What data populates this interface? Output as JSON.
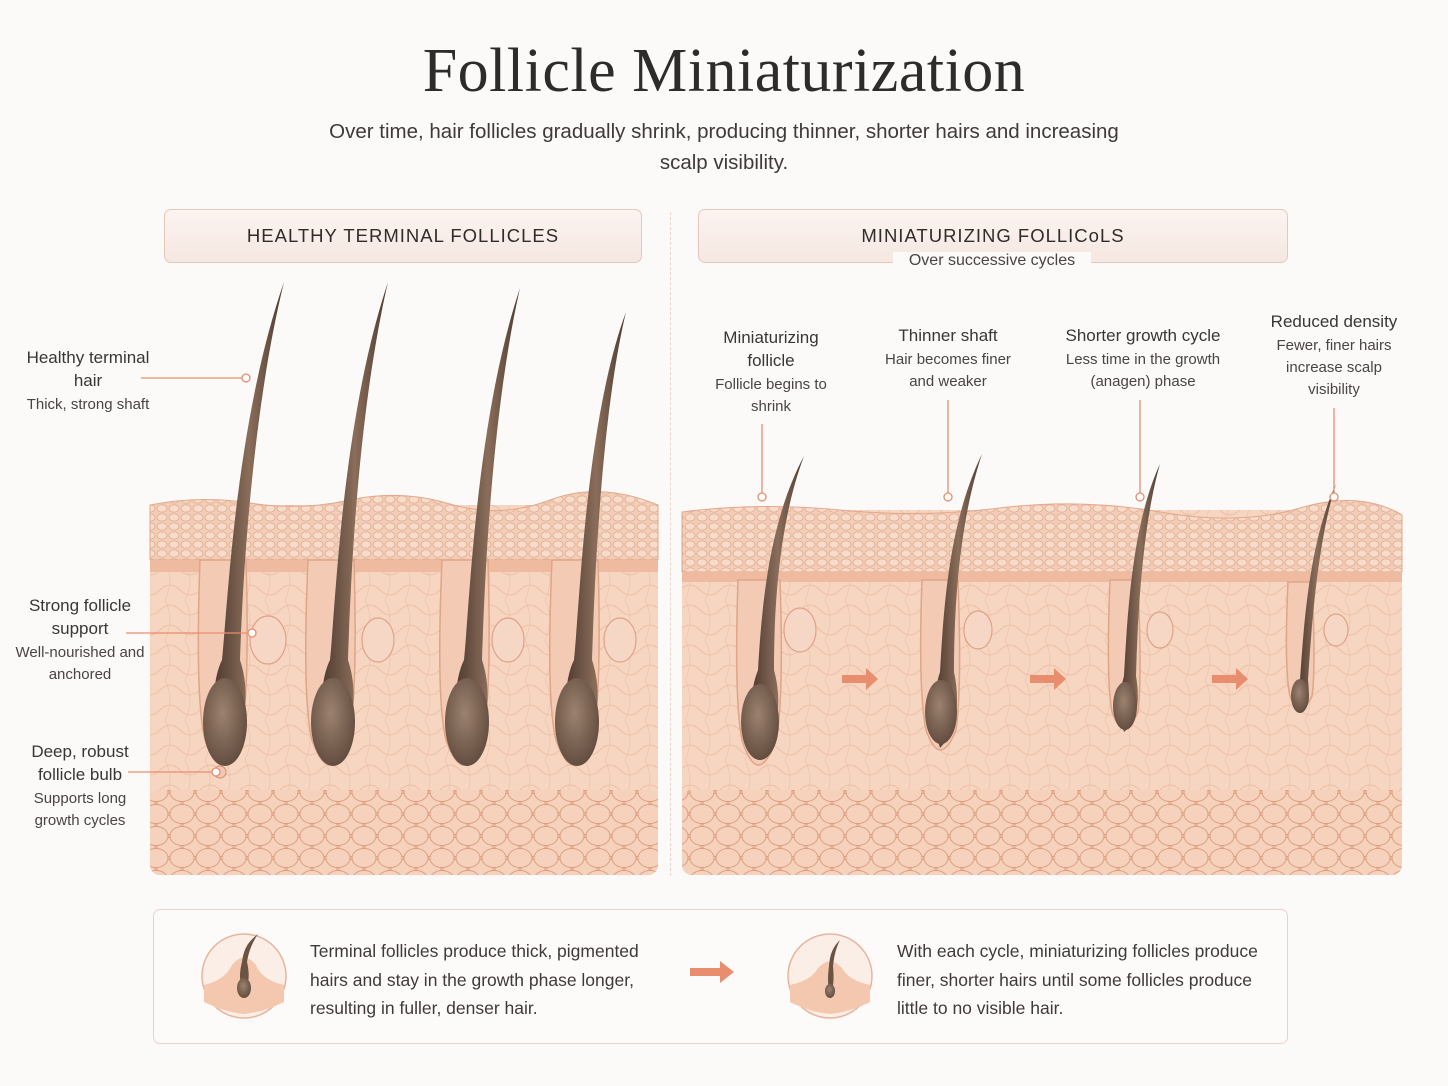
{
  "title": "Follicle Miniaturization",
  "subtitle": "Over time, hair follicles gradually shrink, producing thinner, shorter hairs and increasing scalp visibility.",
  "left_panel": {
    "header": "HEALTHY TERMINAL FOLLICLES",
    "labels": [
      {
        "heading": "Healthy terminal hair",
        "detail": "Thick, strong shaft"
      },
      {
        "heading": "Strong follicle support",
        "detail": "Well-nourished and anchored"
      },
      {
        "heading": "Deep, robust follicle bulb",
        "detail": "Supports long growth cycles"
      }
    ]
  },
  "right_panel": {
    "header": "MINIATURIZING FOLLICᴏLS",
    "subheader": "Over successive cycles",
    "stages": [
      {
        "heading": "Miniaturizing follicle",
        "detail": "Follicle begins to shrink"
      },
      {
        "heading": "Thinner shaft",
        "detail": "Hair becomes finer and weaker"
      },
      {
        "heading": "Shorter growth cycle",
        "detail": "Less time in the growth (anagen) phase"
      },
      {
        "heading": "Reduced density",
        "detail": "Fewer, finer hairs increase scalp visibility"
      }
    ]
  },
  "summary": {
    "healthy_text": "Terminal follicles produce thick, pigmented hairs and stay in the growth phase longer, resulting in fuller, denser hair.",
    "miniaturized_text": "With each cycle, miniaturizing follicles produce finer, shorter hairs until some follicles produce little to no visible hair."
  },
  "colors": {
    "skin": "#f1c3a8",
    "skin_dark": "#e3a384",
    "hair": "#6b5344",
    "accent": "#e88e6e"
  }
}
